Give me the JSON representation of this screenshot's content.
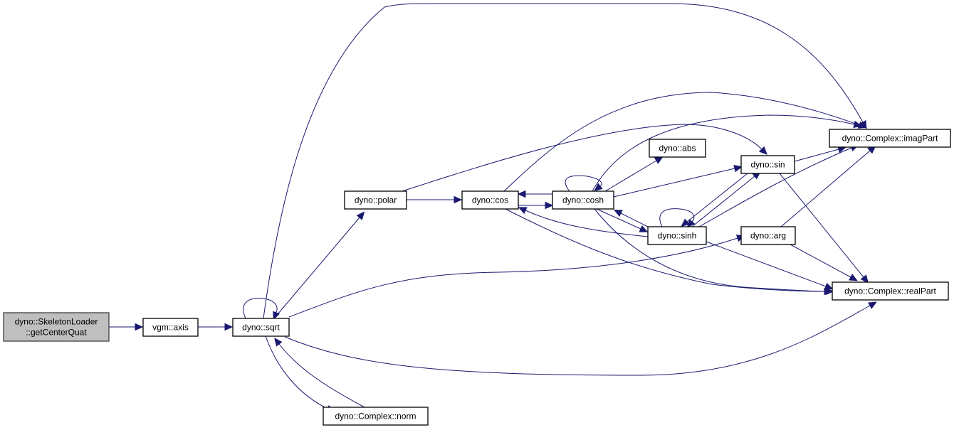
{
  "diagram": {
    "type": "call-graph",
    "edge_color": "#191970",
    "root_fill": "#bfbfbf",
    "nodes": [
      {
        "id": "getCenterQuat",
        "lines": [
          "dyno::SkeletonLoader",
          "::getCenterQuat"
        ],
        "root": true
      },
      {
        "id": "axis",
        "lines": [
          "vgm::axis"
        ]
      },
      {
        "id": "sqrt",
        "lines": [
          "dyno::sqrt"
        ]
      },
      {
        "id": "polar",
        "lines": [
          "dyno::polar"
        ]
      },
      {
        "id": "norm",
        "lines": [
          "dyno::Complex::norm"
        ]
      },
      {
        "id": "cos",
        "lines": [
          "dyno::cos"
        ]
      },
      {
        "id": "cosh",
        "lines": [
          "dyno::cosh"
        ]
      },
      {
        "id": "abs",
        "lines": [
          "dyno::abs"
        ]
      },
      {
        "id": "sinh",
        "lines": [
          "dyno::sinh"
        ]
      },
      {
        "id": "sin",
        "lines": [
          "dyno::sin"
        ]
      },
      {
        "id": "arg",
        "lines": [
          "dyno::arg"
        ]
      },
      {
        "id": "imagPart",
        "lines": [
          "dyno::Complex::imagPart"
        ]
      },
      {
        "id": "realPart",
        "lines": [
          "dyno::Complex::realPart"
        ]
      }
    ],
    "edges": [
      [
        "getCenterQuat",
        "axis"
      ],
      [
        "axis",
        "sqrt"
      ],
      [
        "sqrt",
        "sqrt"
      ],
      [
        "sqrt",
        "polar"
      ],
      [
        "sqrt",
        "norm"
      ],
      [
        "norm",
        "sqrt"
      ],
      [
        "sqrt",
        "imagPart"
      ],
      [
        "sqrt",
        "arg"
      ],
      [
        "sqrt",
        "realPart"
      ],
      [
        "polar",
        "cos"
      ],
      [
        "polar",
        "sin"
      ],
      [
        "cos",
        "cosh"
      ],
      [
        "cos",
        "imagPart"
      ],
      [
        "cos",
        "realPart"
      ],
      [
        "cosh",
        "cos"
      ],
      [
        "cosh",
        "cosh"
      ],
      [
        "cosh",
        "abs"
      ],
      [
        "cosh",
        "sin"
      ],
      [
        "cosh",
        "sinh"
      ],
      [
        "cosh",
        "imagPart"
      ],
      [
        "cosh",
        "realPart"
      ],
      [
        "sinh",
        "cos"
      ],
      [
        "sinh",
        "cosh"
      ],
      [
        "sinh",
        "sinh"
      ],
      [
        "sinh",
        "sin"
      ],
      [
        "sinh",
        "imagPart"
      ],
      [
        "sinh",
        "realPart"
      ],
      [
        "sin",
        "sinh"
      ],
      [
        "sin",
        "imagPart"
      ],
      [
        "sin",
        "realPart"
      ],
      [
        "arg",
        "imagPart"
      ],
      [
        "arg",
        "realPart"
      ]
    ]
  }
}
